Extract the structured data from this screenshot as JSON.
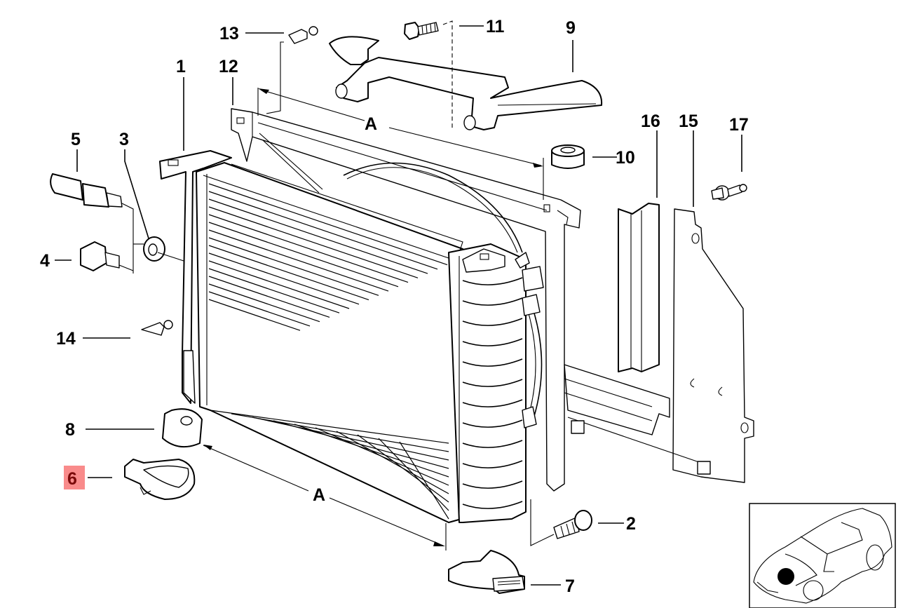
{
  "diagram": {
    "title": "Radiator / Frame exploded parts diagram",
    "highlight_color": "#f98b8b",
    "highlighted_callout": "6",
    "dimension_label": "A",
    "callouts": [
      {
        "id": "1",
        "label": "1",
        "part": "radiator"
      },
      {
        "id": "2",
        "label": "2",
        "part": "bolt"
      },
      {
        "id": "3",
        "label": "3",
        "part": "seal-ring"
      },
      {
        "id": "4",
        "label": "4",
        "part": "drain-plug"
      },
      {
        "id": "5",
        "label": "5",
        "part": "temperature-switch"
      },
      {
        "id": "6",
        "label": "6",
        "part": "lower-bracket-left"
      },
      {
        "id": "7",
        "label": "7",
        "part": "lower-bracket-right"
      },
      {
        "id": "8",
        "label": "8",
        "part": "rubber-mount"
      },
      {
        "id": "9",
        "label": "9",
        "part": "upper-holder"
      },
      {
        "id": "10",
        "label": "10",
        "part": "rubber-bushing"
      },
      {
        "id": "11",
        "label": "11",
        "part": "hex-screw"
      },
      {
        "id": "12",
        "label": "12",
        "part": "fan-shroud"
      },
      {
        "id": "13",
        "label": "13",
        "part": "expanding-rivet"
      },
      {
        "id": "14",
        "label": "14",
        "part": "expanding-rivet-side"
      },
      {
        "id": "15",
        "label": "15",
        "part": "air-duct-panel"
      },
      {
        "id": "16",
        "label": "16",
        "part": "seal-strip"
      },
      {
        "id": "17",
        "label": "17",
        "part": "expanding-rivet-panel"
      }
    ],
    "locator": {
      "description": "Vehicle locator thumbnail",
      "marker": "front-left"
    }
  }
}
